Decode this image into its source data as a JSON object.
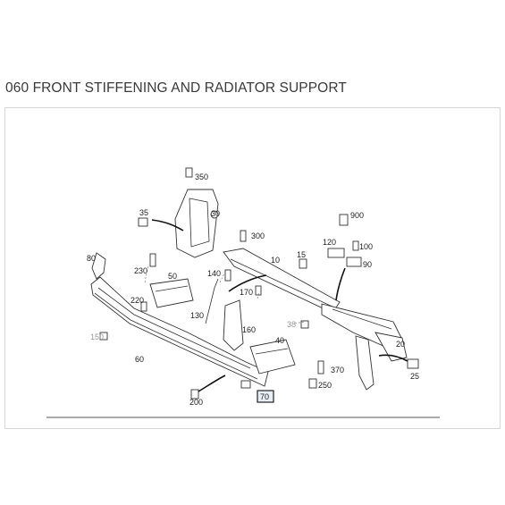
{
  "title": "060 FRONT STIFFENING AND RADIATOR SUPPORT",
  "callouts": {
    "c350": "350",
    "c30": "30",
    "c35": "35",
    "c300": "300",
    "c900": "900",
    "c120": "120",
    "c100": "100",
    "c90": "90",
    "c15": "15",
    "c10": "10",
    "c80": "80",
    "c230": "230",
    "c50": "50",
    "c140": "140",
    "c220": "220",
    "c130": "130",
    "c170": "170",
    "c160": "160",
    "c38": "38",
    "c150": "150",
    "c60": "60",
    "c40": "40",
    "c20": "20",
    "c370": "370",
    "c25": "25",
    "c250": "250",
    "c70": "70",
    "c200": "200"
  }
}
